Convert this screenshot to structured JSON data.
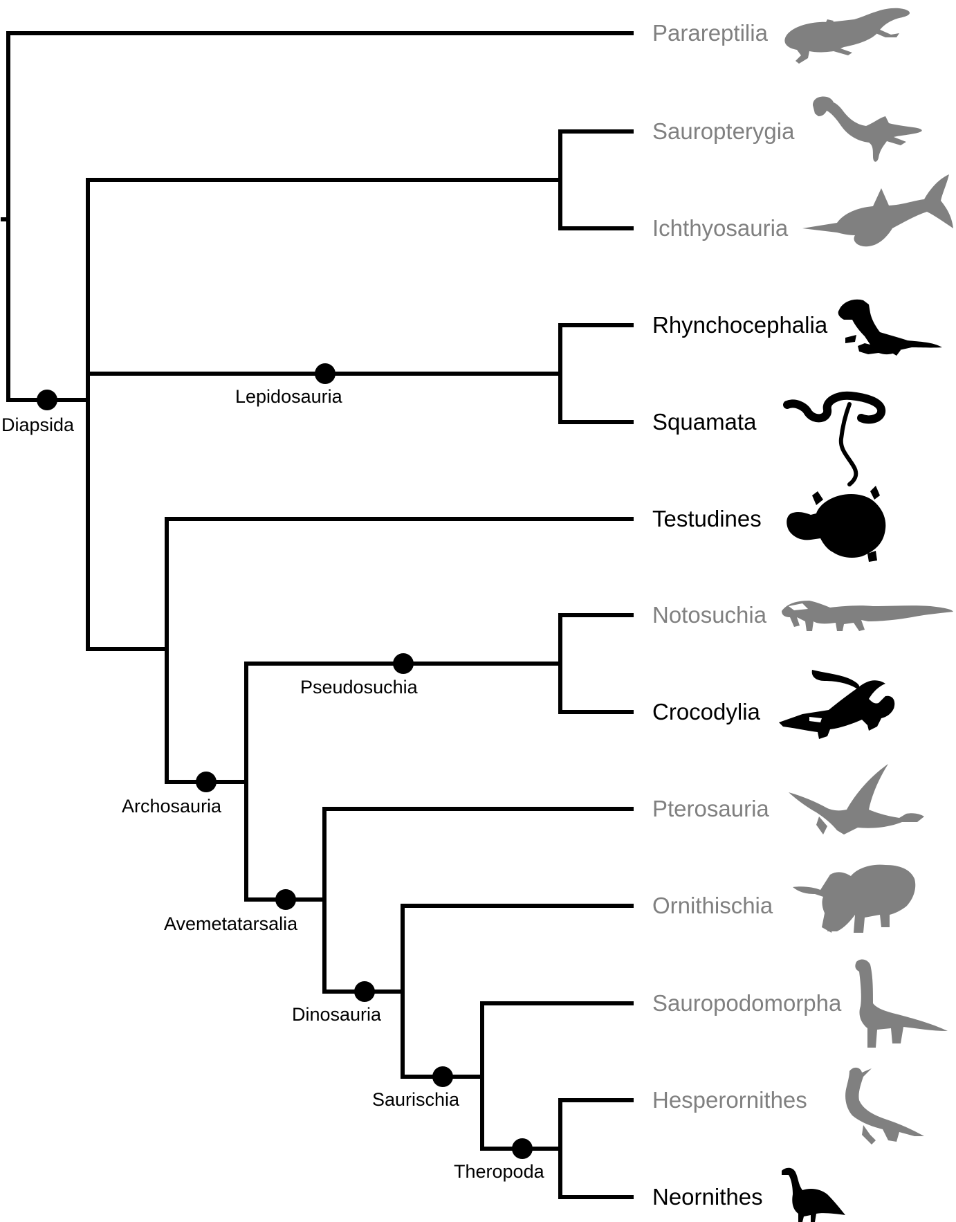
{
  "taxa": [
    {
      "key": "parareptilia",
      "label": "Parareptilia",
      "color": "#808080",
      "icon": "parareptile-silhouette-icon"
    },
    {
      "key": "sauropterygia",
      "label": "Sauropterygia",
      "color": "#808080",
      "icon": "plesiosaur-silhouette-icon"
    },
    {
      "key": "ichthyosauria",
      "label": "Ichthyosauria",
      "color": "#808080",
      "icon": "ichthyosaur-silhouette-icon"
    },
    {
      "key": "rhynchocephalia",
      "label": "Rhynchocephalia",
      "color": "#000000",
      "icon": "tuatara-silhouette-icon"
    },
    {
      "key": "squamata",
      "label": "Squamata",
      "color": "#000000",
      "icon": "snake-silhouette-icon"
    },
    {
      "key": "testudines",
      "label": "Testudines",
      "color": "#000000",
      "icon": "turtle-silhouette-icon"
    },
    {
      "key": "notosuchia",
      "label": "Notosuchia",
      "color": "#808080",
      "icon": "notosuchian-silhouette-icon"
    },
    {
      "key": "crocodylia",
      "label": "Crocodylia",
      "color": "#000000",
      "icon": "crocodile-silhouette-icon"
    },
    {
      "key": "pterosauria",
      "label": "Pterosauria",
      "color": "#808080",
      "icon": "pterosaur-silhouette-icon"
    },
    {
      "key": "ornithischia",
      "label": "Ornithischia",
      "color": "#808080",
      "icon": "triceratops-silhouette-icon"
    },
    {
      "key": "sauropodomorpha",
      "label": "Sauropodomorpha",
      "color": "#808080",
      "icon": "sauropod-silhouette-icon"
    },
    {
      "key": "hesperornithes",
      "label": "Hesperornithes",
      "color": "#808080",
      "icon": "hesperornis-silhouette-icon"
    },
    {
      "key": "neornithes",
      "label": "Neornithes",
      "color": "#000000",
      "icon": "bird-silhouette-icon"
    }
  ],
  "clades": {
    "diapsida": "Diapsida",
    "lepidosauria": "Lepidosauria",
    "pseudosuchia": "Pseudosuchia",
    "archosauria": "Archosauria",
    "avemetatarsalia": "Avemetatarsalia",
    "dinosauria": "Dinosauria",
    "saurischia": "Saurischia",
    "theropoda": "Theropoda"
  },
  "colors": {
    "extinct": "#808080",
    "extant": "#000000",
    "branch": "#000000"
  }
}
